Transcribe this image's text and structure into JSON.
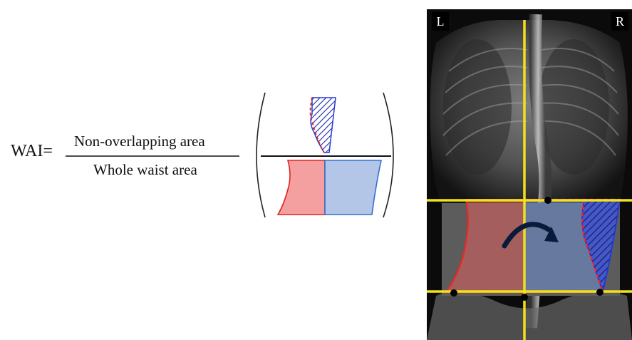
{
  "formula": {
    "lhs": "WAI=",
    "numerator": "Non-overlapping area",
    "denominator": "Whole waist area"
  },
  "xray": {
    "left_marker": "L",
    "right_marker": "R"
  },
  "colors": {
    "left_region": "#f08a8a",
    "right_region": "#9fb4de",
    "hatch_blue": "#1a2aa8",
    "reference_lines": "#f2e21a",
    "outline_red": "#e02020",
    "outline_blue": "#2060d0",
    "arrow": "#0a1a3a"
  },
  "icons": [
    "rotation-arrow-icon"
  ]
}
